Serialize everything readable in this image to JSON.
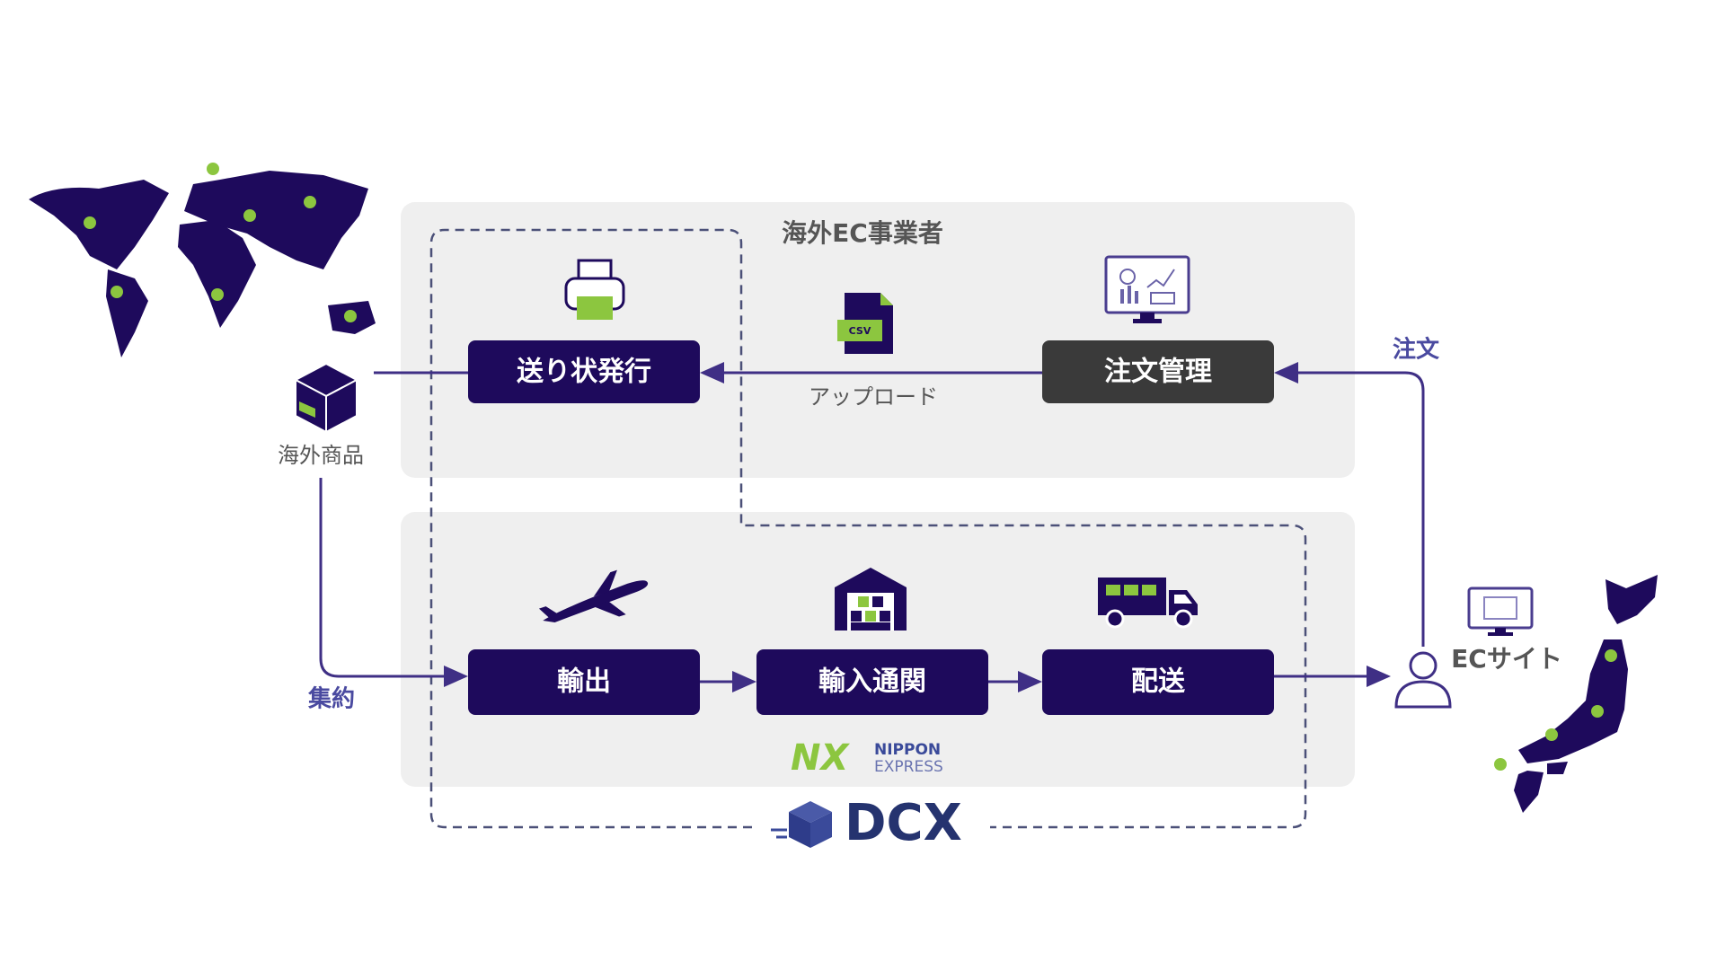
{
  "diagram": {
    "title": "海外EC事業者",
    "top_steps": {
      "invoice": "送り状発行",
      "order_management": "注文管理"
    },
    "bottom_steps": {
      "export": "輸出",
      "import_customs": "輸入通関",
      "delivery": "配送"
    },
    "labels": {
      "upload": "アップロード",
      "csv": "CSV",
      "overseas_goods": "海外商品",
      "consolidation": "集約",
      "order": "注文",
      "ec_site": "ECサイト"
    },
    "logos": {
      "nx_mark": "NX",
      "nx_name_1": "NIPPON",
      "nx_name_2": "EXPRESS",
      "dcx": "DCX"
    },
    "colors": {
      "navy": "#1e0a5c",
      "green": "#8cc63f",
      "panel": "#efefef",
      "dark_button": "#3a3a3a"
    }
  }
}
